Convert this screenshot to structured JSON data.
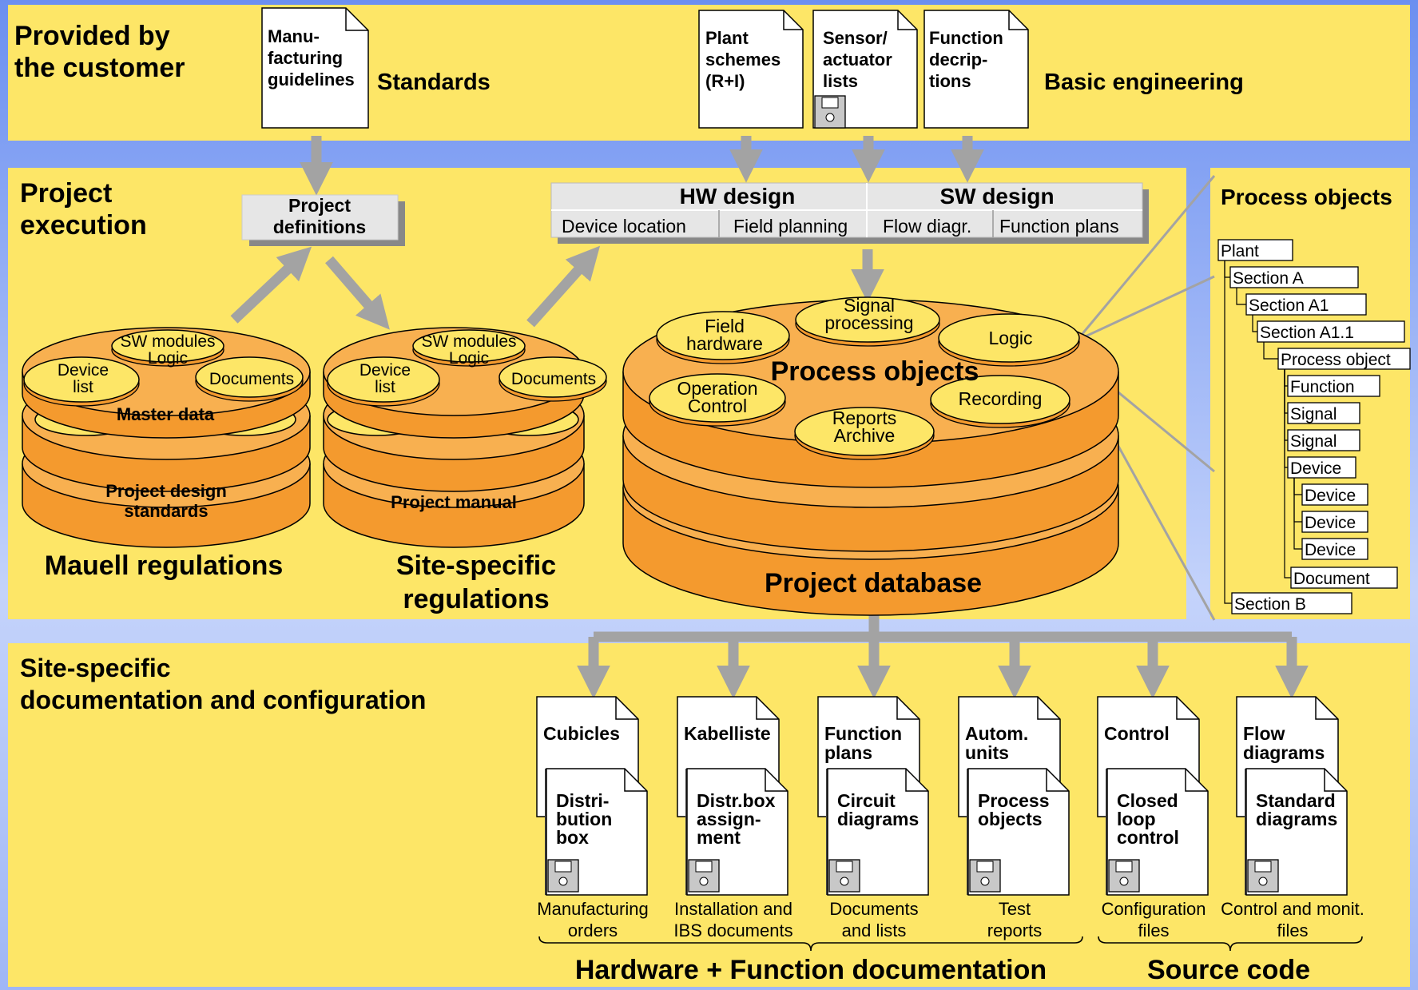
{
  "customer": {
    "title_lines": [
      "Provided by",
      "the customer"
    ],
    "standards_label": "Standards",
    "basic_engineering_label": "Basic engineering",
    "docs": [
      {
        "lines": [
          "Manu-",
          "facturing",
          "guidelines"
        ],
        "floppy": false
      },
      {
        "lines": [
          "Plant",
          "schemes",
          "(R+I)"
        ],
        "floppy": false
      },
      {
        "lines": [
          "Sensor/",
          "actuator",
          "lists"
        ],
        "floppy": true
      },
      {
        "lines": [
          "Function",
          "decrip-",
          "tions"
        ],
        "floppy": false
      }
    ]
  },
  "execution": {
    "title_lines": [
      "Project",
      "execution"
    ],
    "project_definitions_lines": [
      "Project",
      "definitions"
    ],
    "hw_design": "HW design",
    "sw_design": "SW design",
    "design_cells": [
      "Device location",
      "Field planning",
      "Flow diagr.",
      "Function plans"
    ],
    "mauell_stack": {
      "modules_lines": [
        "SW modules",
        "Logic"
      ],
      "device_lines": [
        "Device",
        "list"
      ],
      "documents": "Documents",
      "master_data": "Master data",
      "bottom_lines": [
        "Project design",
        "standards"
      ],
      "caption_lines": [
        "Mauell regulations"
      ]
    },
    "site_stack": {
      "modules_lines": [
        "SW modules",
        "Logic"
      ],
      "device_lines": [
        "Device",
        "list"
      ],
      "documents": "Documents",
      "bottom_lines": [
        "Project manual"
      ],
      "caption_lines": [
        "Site-specific",
        "regulations"
      ]
    },
    "database": {
      "center": "Process objects",
      "field_hw_lines": [
        "Field",
        "hardware"
      ],
      "signal_lines": [
        "Signal",
        "processing"
      ],
      "logic": "Logic",
      "operation_lines": [
        "Operation",
        "Control"
      ],
      "reports_lines": [
        "Reports",
        "Archive"
      ],
      "recording": "Recording",
      "caption": "Project database"
    }
  },
  "process_tree": {
    "title": "Process objects",
    "nodes": [
      "Plant",
      "Section A",
      "Section A1",
      "Section A1.1",
      "Process object",
      "Function",
      "Signal",
      "Signal",
      "Device",
      "Device",
      "Device",
      "Device",
      "Document",
      "Section B"
    ]
  },
  "site_docs": {
    "title_lines": [
      "Site-specific",
      "documentation and configuration"
    ],
    "columns": [
      {
        "back_lines": [
          "Cubicles"
        ],
        "front_lines": [
          "Distri-",
          "bution",
          "box"
        ],
        "caption_lines": [
          "Manufacturing",
          "orders"
        ]
      },
      {
        "back_lines": [
          "Kabelliste"
        ],
        "front_lines": [
          "Distr.box",
          "assign-",
          "ment"
        ],
        "caption_lines": [
          "Installation and",
          "IBS documents"
        ]
      },
      {
        "back_lines": [
          "Function",
          "plans"
        ],
        "front_lines": [
          "Circuit",
          "diagrams"
        ],
        "caption_lines": [
          "Documents",
          "and lists"
        ]
      },
      {
        "back_lines": [
          "Autom.",
          "units"
        ],
        "front_lines": [
          "Process",
          "objects"
        ],
        "caption_lines": [
          "Test",
          "reports"
        ]
      },
      {
        "back_lines": [
          "Control"
        ],
        "front_lines": [
          "Closed",
          "loop",
          "control"
        ],
        "caption_lines": [
          "Configuration",
          "files"
        ]
      },
      {
        "back_lines": [
          "Flow",
          "diagrams"
        ],
        "front_lines": [
          "Standard",
          "diagrams"
        ],
        "caption_lines": [
          "Control and monit.",
          "files"
        ]
      }
    ],
    "hw_doc_label": "Hardware + Function documentation",
    "source_code_label": "Source code"
  },
  "colors": {
    "panel": "#fde667",
    "disk": "#f8b050",
    "disk_dark": "#f49a2e",
    "arrow": "#a3a3a3",
    "background": "#7f9ff3"
  }
}
